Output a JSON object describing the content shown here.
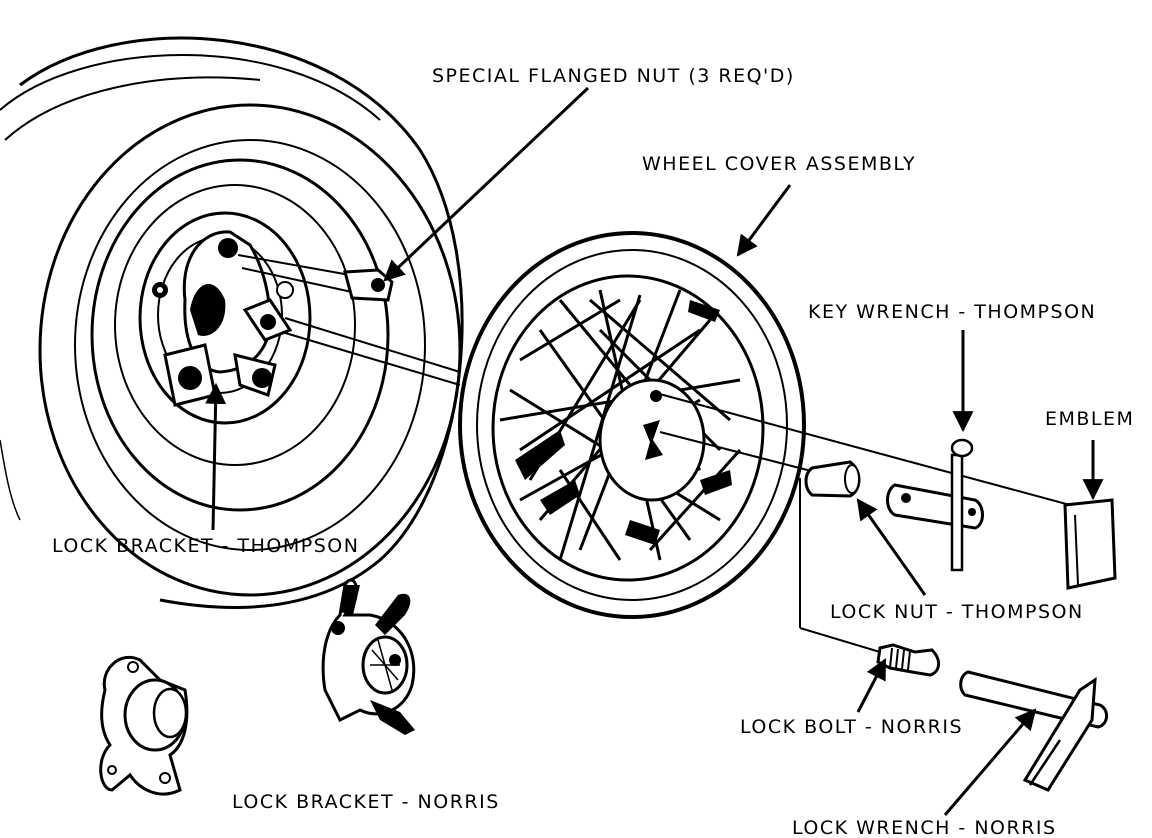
{
  "labels": {
    "special_flanged_nut": "SPECIAL FLANGED NUT (3 REQ'D)",
    "wheel_cover_assembly": "WHEEL COVER ASSEMBLY",
    "key_wrench_thompson": "KEY WRENCH - THOMPSON",
    "emblem": "EMBLEM",
    "lock_bracket_thompson": "LOCK BRACKET - THOMPSON",
    "lock_nut_thompson": "LOCK NUT - THOMPSON",
    "lock_bolt_norris": "LOCK BOLT - NORRIS",
    "lock_bracket_norris": "LOCK BRACKET - NORRIS",
    "lock_wrench_norris": "LOCK WRENCH - NORRIS"
  }
}
